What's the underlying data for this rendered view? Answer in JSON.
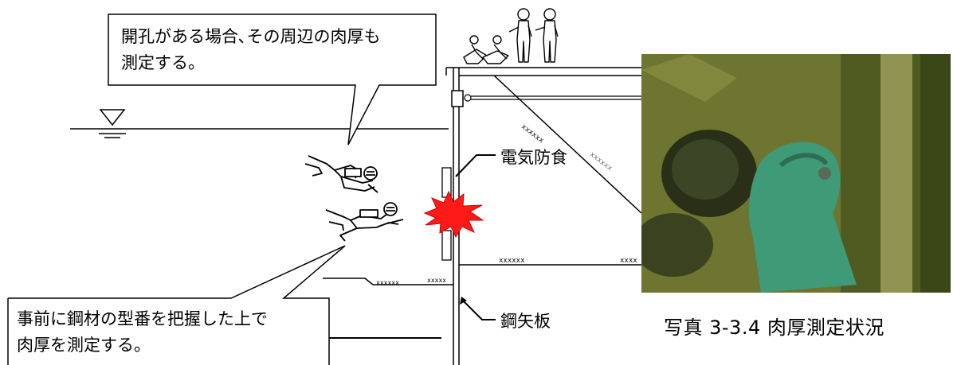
{
  "callout_top": {
    "line1": "開孔がある場合､その周辺の肉厚も",
    "line2": "測定する。"
  },
  "callout_bottom": {
    "line1": "事前に鋼材の型番を把握した上で",
    "line2": "肉厚を測定する。"
  },
  "labels": {
    "anode": "電気防食",
    "sheet_pile": "鋼矢板"
  },
  "photo": {
    "caption": "写真 3-3.4 肉厚測定状況"
  },
  "tie_rod_marks": [
    "xxxxxx",
    "xxxxxx",
    "xxxxx",
    "xxxxxx",
    "xxxxxx",
    "xxxx"
  ]
}
